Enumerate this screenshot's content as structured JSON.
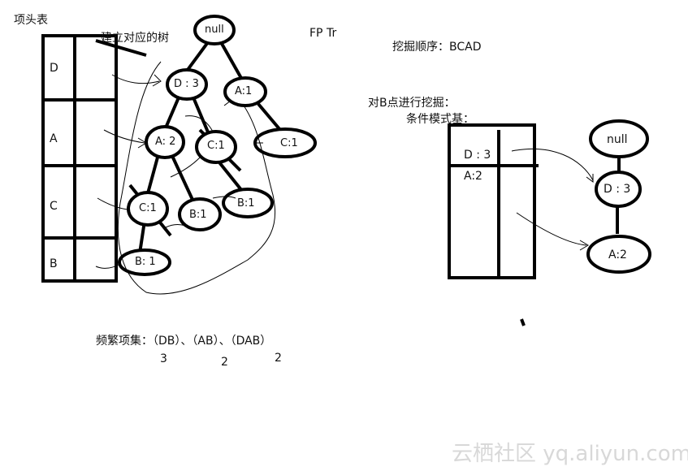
{
  "labels": {
    "header_table": "项头表",
    "build_tree": "建立对应的树",
    "fp_title": "FP Tr",
    "mining_order": "挖掘顺序：BCAD",
    "mine_b": "对B点进行挖掘：",
    "cond_base": "条件模式基：",
    "frequent_sets": "频繁项集：（DB）、（AB）、（DAB）"
  },
  "header_items": [
    "D",
    "A",
    "C",
    "B"
  ],
  "fp_tree": {
    "root": "null",
    "nodes": [
      "D : 3",
      "A:1",
      "C:1",
      "A: 2",
      "C:1",
      "C:1",
      "B:1",
      "B:1",
      "B: 1"
    ]
  },
  "cond_table": {
    "rows": [
      "D : 3",
      "A:2"
    ]
  },
  "cond_tree": {
    "root": "null",
    "nodes": [
      "D : 3",
      "A:2"
    ]
  },
  "support_counts": [
    "3",
    "2",
    "2"
  ],
  "watermark": "云栖社区 yq.aliyun.com",
  "colors": {
    "ink": "#000000",
    "watermark": "#d8d8d8"
  }
}
